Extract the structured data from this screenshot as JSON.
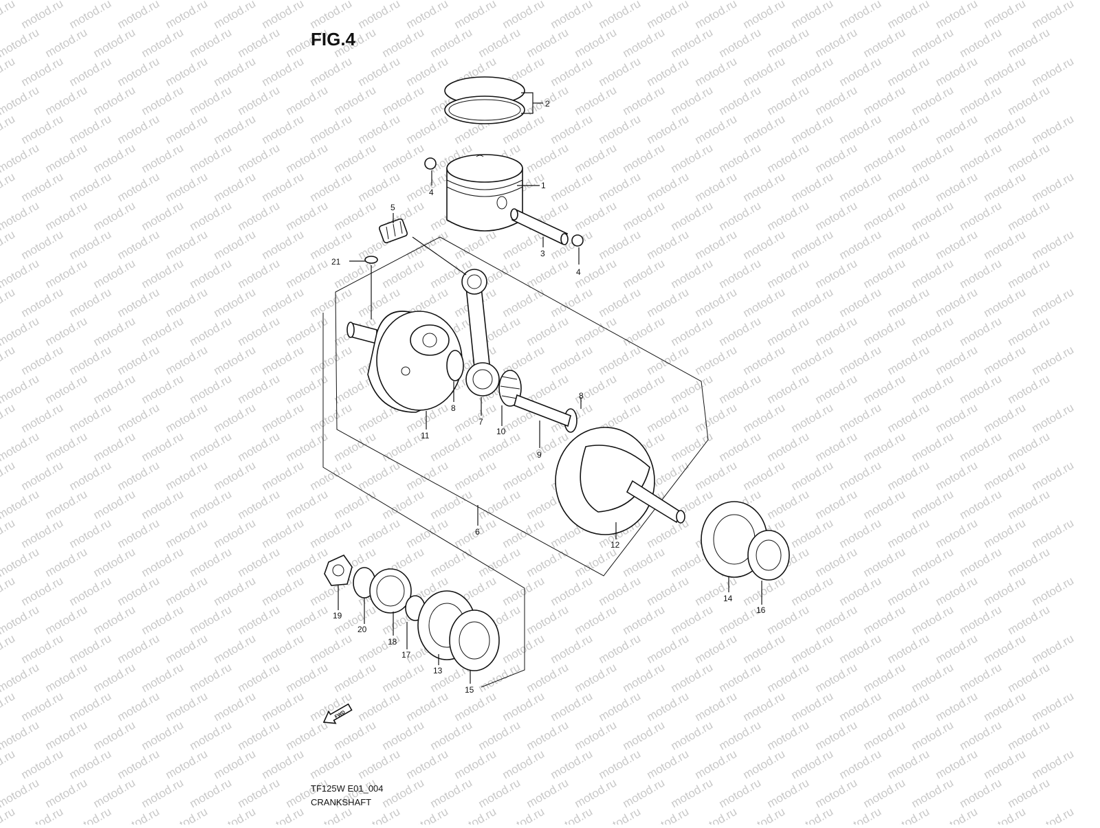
{
  "header": {
    "title": "FIG.4"
  },
  "footer": {
    "code": "TF125W E01_004",
    "caption": "CRANKSHAFT"
  },
  "watermark": {
    "text": "motod.ru",
    "color": "#c8c8c8"
  },
  "fwd_label": "FWD",
  "callouts": [
    "1",
    "2",
    "3",
    "4",
    "4",
    "5",
    "6",
    "7",
    "8",
    "8",
    "9",
    "10",
    "11",
    "12",
    "13",
    "14",
    "15",
    "16",
    "17",
    "18",
    "19",
    "20",
    "21"
  ]
}
